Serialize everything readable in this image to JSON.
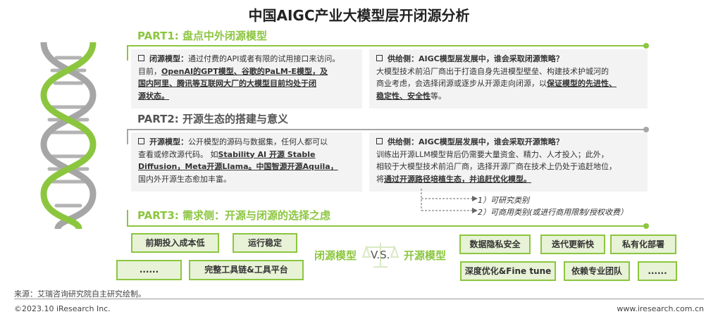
{
  "title": "中国AIGC产业大模型层开闭源分析",
  "part1": {
    "heading": "PART1: 盘点中外闭源模型",
    "left": {
      "head": "闭源模型：",
      "l1": "通过付费的API或者有限的试用接口来访问。",
      "l2a": "目前，",
      "l2b": "OpenAI的GPT模型、谷歌的PaLM-E模型，及",
      "l3": "国内阿里、腾讯等互联网大厂的大模型目前均处于闭",
      "l4": "源状态。"
    },
    "right": {
      "head": "供给侧：AIGC模型层发展中，谁会采取闭源策略？",
      "l1": "大模型技术前沿厂商出于打造自身先进模型壁垒、构建技术护城河的",
      "l2a": "商业考虑，会选择闭源或逐步从开源走向闭源，以",
      "l2b": "保证模型的先进性、",
      "l3a": "稳定性、安全性",
      "l3b": "等。"
    }
  },
  "part2": {
    "heading": "PART2: 开源生态的搭建与意义",
    "left": {
      "head": "开源模型：",
      "l1": "公开模型的源码与数据集，任何人都可以",
      "l2a": "查看或修改源代码。 如",
      "l2b": "Stability AI 开源 Stable",
      "l3": "Diffusion，Meta开源Llama。中国智源开源Aquila，",
      "l4": "国内外开源生态愈加丰富。"
    },
    "right": {
      "head": "供给侧：AIGC模型层发展中，谁会采取开源策略？",
      "l1": "训练出开源LLM模型背后仍需要大量资金、精力、人才投入；此外，",
      "l2": "相较于大模型技术前沿厂商，选择开源厂商在技术上仍处于追赶地位，",
      "l3a": "将",
      "l3b": "通过开源路径培植生态，并追赶优化模型。"
    },
    "notes": [
      "1）可研究类别",
      "2）可商用类别(或进行商用限制/授权收费）"
    ]
  },
  "part3": {
    "heading": "PART3: 需求侧：开源与闭源的选择之虑",
    "closed_label": "闭源模型",
    "vs": "V.S.",
    "open_label": "开源模型",
    "closed_tags": [
      "前期投入成本低",
      "运行稳定",
      "......",
      "完整工具链&工具平台"
    ],
    "open_tags": [
      "数据隐私安全",
      "迭代更新快",
      "私有化部署",
      "深度优化&Fine tune",
      "依赖专业团队",
      "......"
    ]
  },
  "footer": {
    "source": "来源：艾瑞咨询研究院自主研究绘制。",
    "copyright": "©2023.10 iResearch Inc.",
    "url": "www.iresearch.com.cn"
  },
  "colors": {
    "green": "#8cc63f",
    "gray": "#a6a6a6",
    "box": "#f3f3f3"
  }
}
